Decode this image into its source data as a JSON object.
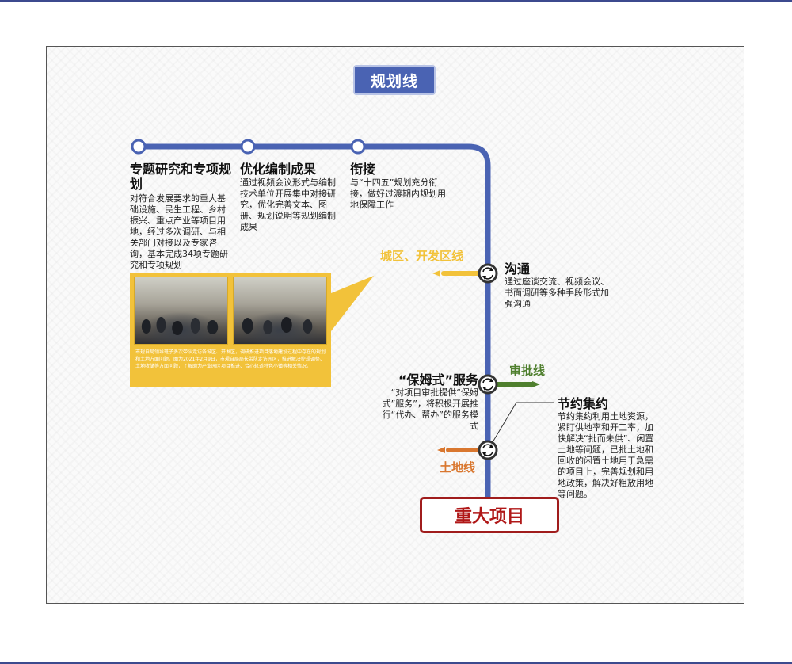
{
  "title": "规划线",
  "top_steps": [
    {
      "heading": "专题研究和专项规划",
      "body": "对符合发展要求的重大基础设施、民生工程、乡村振兴、重点产业等项目用地，经过多次调研、与相关部门对接以及专家咨询，基本完成34项专题研究和专项规划"
    },
    {
      "heading": "优化编制成果",
      "body": "通过视频会议形式与编制技术单位开展集中对接研究，优化完善文本、图册、规划说明等规划编制成果"
    },
    {
      "heading": "衔接",
      "body": "与“十四五”规划充分衔接，做好过渡期内规划用地保障工作"
    }
  ],
  "photo_caption": "市规自局领导班子多次带队走访各城区、开发区，调研推进项目落地建设过程中存在的规划和土地方面问题。图为2021年2月9日，市规自局局长带队走访园区，推进解决控规调整、土地收储等方面问题，了解助力产业园区项目推进、合心轨道特色小镇等相关情况。",
  "branch_lines": {
    "district": "城区、开发区线",
    "approval": "审批线",
    "land": "土地线"
  },
  "nodes": {
    "communication": {
      "heading": "沟通",
      "body": "通过座谈交流、视频会议、书面调研等多种手段形式加强沟通"
    },
    "nanny": {
      "heading": "“保姆式”服务",
      "body": "“对项目审批提供“保姆式”服务”，将积极开展推行“代办、帮办”的服务模式"
    },
    "intensive": {
      "heading": "节约集约",
      "body": "节约集约利用土地资源，紧盯供地率和开工率，加快解决“批而未供”、闲置土地等问题，已批土地和回收的闲置土地用于急需的项目上，完善规划和用地政策，解决好粗放用地等问题。"
    }
  },
  "destination": "重大项目",
  "colors": {
    "track": "#4a63b3",
    "district_line": "#f2c23a",
    "approval_line": "#4f7f2e",
    "land_line": "#d9772f",
    "destination": "#b01818"
  }
}
